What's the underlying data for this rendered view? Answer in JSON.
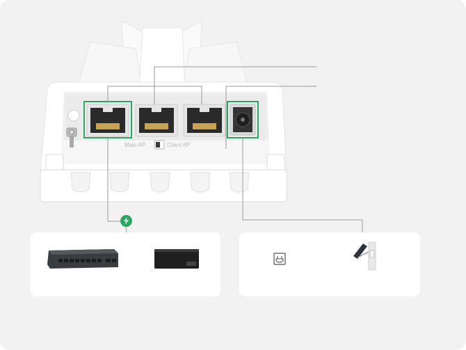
{
  "device": {
    "ports": [
      "ethernet-port-1",
      "ethernet-port-2",
      "ethernet-port-3",
      "dc-power-jack"
    ],
    "switch": {
      "left_label": "Main AP",
      "right_label": "Client AP"
    },
    "highlighted_ports": [
      "ethernet-port-1",
      "dc-power-jack"
    ]
  },
  "colors": {
    "highlight": "#2aa85f",
    "background": "#f2f2f2",
    "device_body": "#ffffff",
    "device_cavity": "#f0f0f0",
    "callout_line": "#9a9a9a"
  },
  "cards": {
    "poe_card": {
      "items": [
        "poe-switch-icon",
        "poe-injector-icon"
      ]
    },
    "power_card": {
      "items": [
        "power-adapter-icon",
        "solar-panel-icon"
      ]
    }
  },
  "badges": {
    "poe": "lightning-bolt-icon"
  }
}
